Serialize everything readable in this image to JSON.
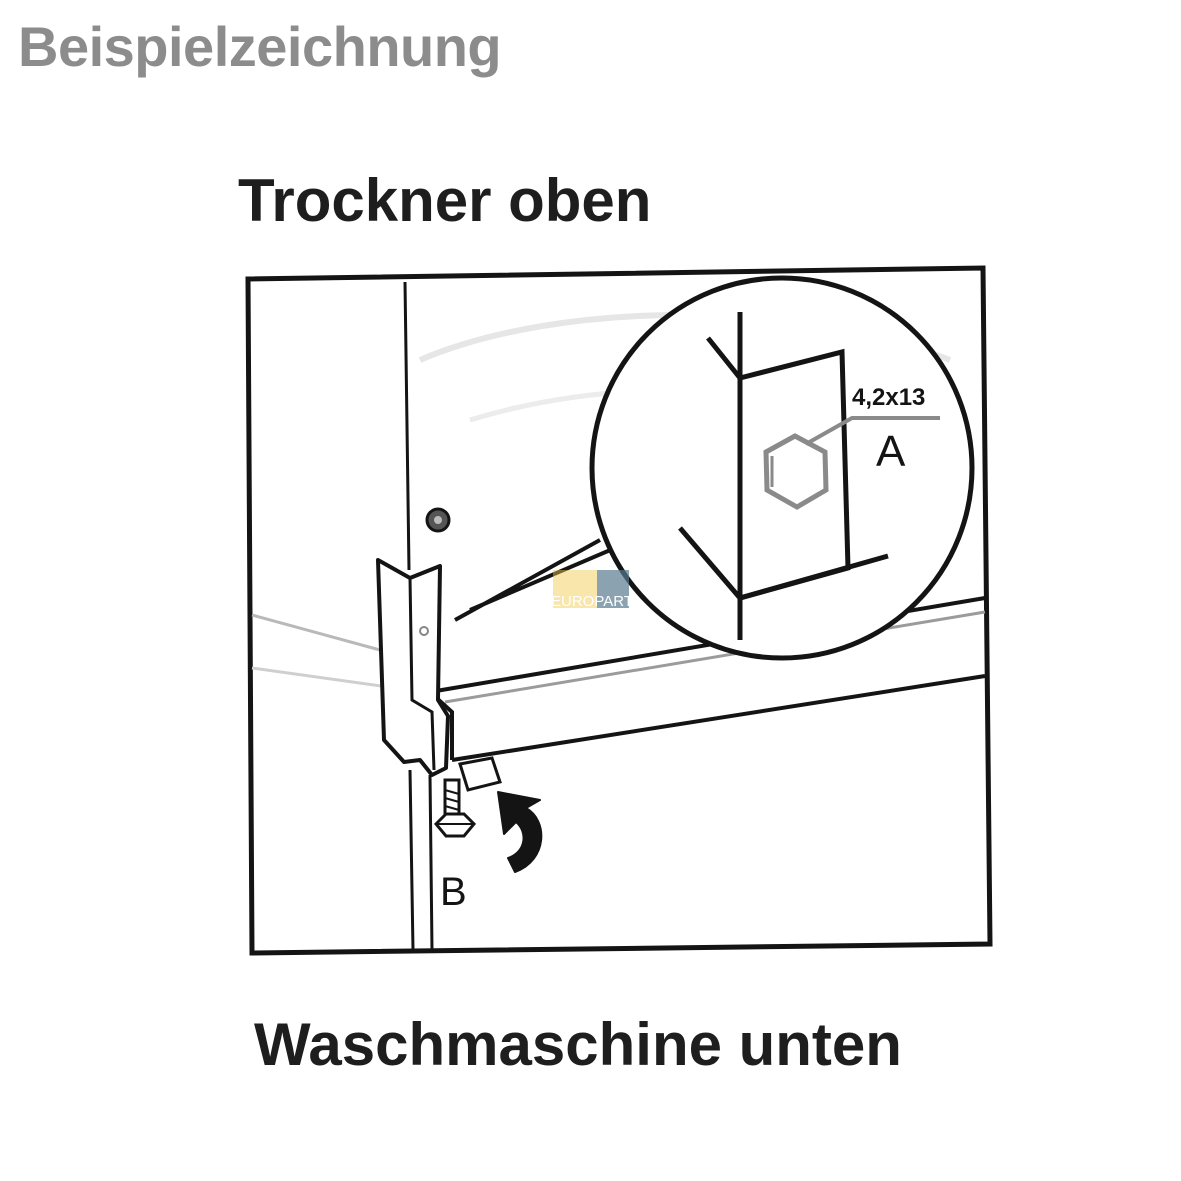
{
  "header": {
    "title": "Beispielzeichnung"
  },
  "diagram": {
    "top_label": "Trockner oben",
    "bottom_label": "Waschmaschine unten",
    "detail": {
      "screw_size": "4,2x13",
      "marker_a": "A"
    },
    "marker_b": "B",
    "watermark": "EUROPART"
  },
  "colors": {
    "line": "#141414",
    "header_gray": "#8c8c8c",
    "detail_gray": "#8a8a8a",
    "watermark_blue": "#1f5fa8",
    "watermark_yellow": "#f2c84b"
  }
}
